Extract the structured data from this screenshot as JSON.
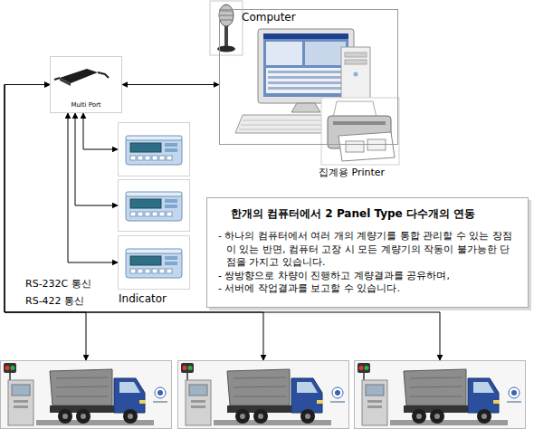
{
  "diagram": {
    "nodes": [
      {
        "text": [
          "Computer"
        ]
      },
      {
        "text": [
          "Multi Port"
        ]
      },
      {
        "text": []
      },
      {
        "text": []
      },
      {
        "text": []
      },
      {
        "text": [
          "한개의 컴퓨터에서 2 Panel Type 다수개의 연동",
          "- 하나의 컴퓨터에서 여러 개의 계량기를 통합 관리할 수 있는 장점이 있는 반면, 컴퓨터 고장 시 모든 계량기의 작동이 불가능한 단점을 가지고 있습니다.",
          "- 쌍방향으로 차량이 진행하고 계량결과를 공유하며,",
          "- 서버에 작업결과를 보고할 수 있습니다."
        ]
      },
      {
        "text": []
      },
      {
        "text": []
      },
      {
        "text": []
      }
    ],
    "edges": [
      {
        "from": 1,
        "to": 0,
        "arrow": "both"
      },
      {
        "from": 1,
        "to": 2,
        "arrow": "both"
      },
      {
        "from": 1,
        "to": 3,
        "arrow": "both"
      },
      {
        "from": 1,
        "to": 4,
        "arrow": "both"
      },
      {
        "from": 1,
        "to": 6,
        "arrow": "both"
      },
      {
        "from": 1,
        "to": 7,
        "arrow": "both"
      },
      {
        "from": 1,
        "to": 8,
        "arrow": "both"
      }
    ],
    "labels": [
      "집계용 Printer",
      "Indicator",
      "RS-232C 통신",
      "RS-422 통신"
    ]
  }
}
